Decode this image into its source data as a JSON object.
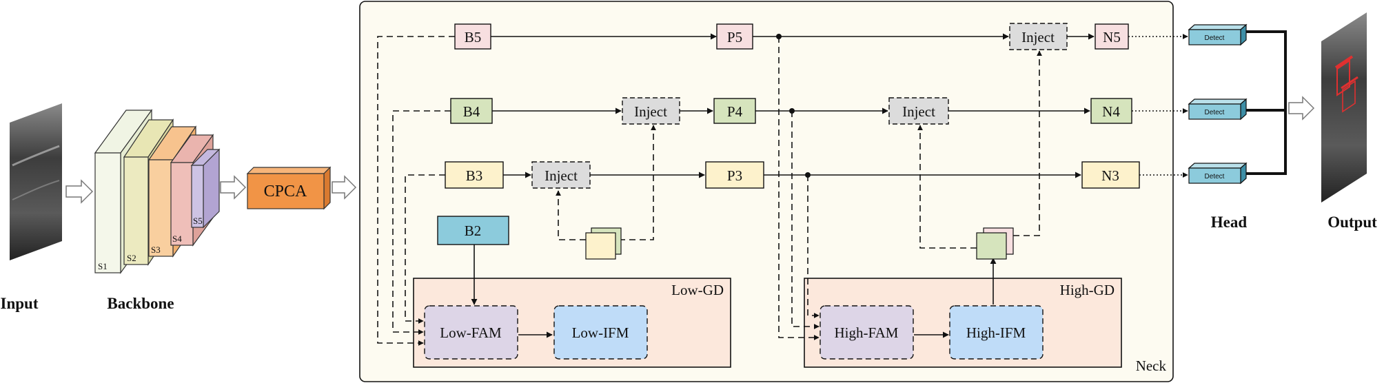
{
  "labels": {
    "input": "Input",
    "backbone": "Backbone",
    "cpca": "CPCA",
    "neck": "Neck",
    "head": "Head",
    "output": "Output",
    "low_gd": "Low-GD",
    "high_gd": "High-GD"
  },
  "backbone_stages": [
    "S1",
    "S2",
    "S3",
    "S4",
    "S5"
  ],
  "nodes": {
    "b5": "B5",
    "b4": "B4",
    "b3": "B3",
    "b2": "B2",
    "p5": "P5",
    "p4": "P4",
    "p3": "P3",
    "n5": "N5",
    "n4": "N4",
    "n3": "N3",
    "inject_b3": "Inject",
    "inject_b4": "Inject",
    "inject_p4": "Inject",
    "inject_p5": "Inject",
    "low_fam": "Low-FAM",
    "low_ifm": "Low-IFM",
    "high_fam": "High-FAM",
    "high_ifm": "High-IFM"
  },
  "detect_labels": [
    "Detect",
    "Detect",
    "Detect"
  ],
  "colors": {
    "pink": "#f7dfe0",
    "green": "#d6e4bd",
    "yellow": "#fdf2cc",
    "teal": "#8ccbdc",
    "cpca": "#f19446",
    "neck_bg": "#fdfbf1",
    "gd_bg": "#fce8dc",
    "inject": "#dcdcdc",
    "fam": "#ddd5e7",
    "ifm": "#bfdcf8"
  }
}
